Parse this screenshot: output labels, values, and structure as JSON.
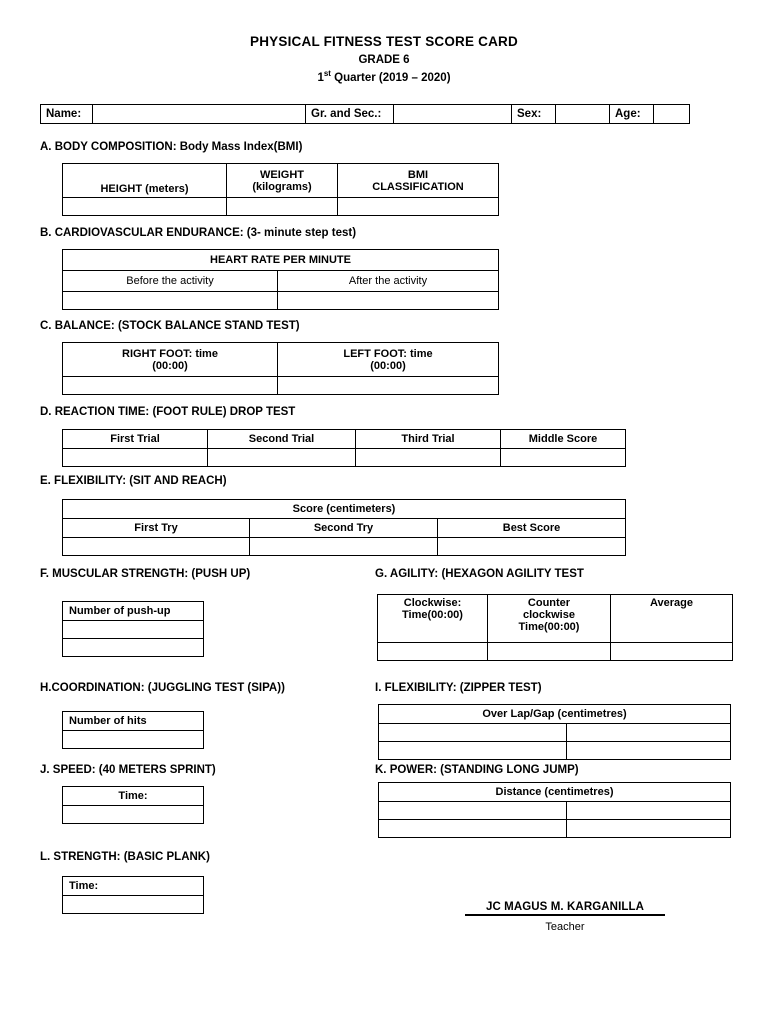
{
  "document": {
    "title_main": "PHYSICAL FITNESS TEST SCORE CARD",
    "title_grade": "GRADE 6",
    "title_quarter_prefix": "1",
    "title_quarter_sup": "st",
    "title_quarter_rest": " Quarter (2019 – 2020)"
  },
  "info_row": {
    "name_label": "Name:",
    "name_value": "",
    "grade_section_label": "Gr.  and Sec.:",
    "grade_section_value": "",
    "sex_label": "Sex:",
    "sex_value": "",
    "age_label": "Age:",
    "age_value": ""
  },
  "sections": {
    "a": {
      "heading": "A. BODY COMPOSITION: Body Mass Index(BMI)",
      "headers": [
        "HEIGHT (meters)",
        "WEIGHT\n(kilograms)",
        "BMI\nCLASSIFICATION"
      ],
      "header_height": "HEIGHT (meters)",
      "header_weight_l1": "WEIGHT",
      "header_weight_l2": "(kilograms)",
      "header_bmi_l1": "BMI",
      "header_bmi_l2": "CLASSIFICATION",
      "rows": [
        [
          "",
          "",
          ""
        ]
      ]
    },
    "b": {
      "heading": "B. CARDIOVASCULAR ENDURANCE: (3- minute step test)",
      "title_row": "HEART RATE PER MINUTE",
      "headers": [
        "Before the activity",
        "After the activity"
      ],
      "rows": [
        [
          "",
          ""
        ]
      ]
    },
    "c": {
      "heading": "C.  BALANCE: (STOCK BALANCE STAND TEST)",
      "header_right_l1": "RIGHT FOOT: time",
      "header_right_l2": "(00:00)",
      "header_left_l1": "LEFT FOOT: time",
      "header_left_l2": "(00:00)",
      "rows": [
        [
          "",
          ""
        ]
      ]
    },
    "d": {
      "heading": "D. REACTION TIME: (FOOT RULE) DROP TEST",
      "headers": [
        "First Trial",
        "Second Trial",
        "Third Trial",
        "Middle Score"
      ],
      "rows": [
        [
          "",
          "",
          "",
          ""
        ]
      ]
    },
    "e": {
      "heading": "E.  FLEXIBILITY: (SIT AND REACH)",
      "title_row": "Score (centimeters)",
      "headers": [
        "First Try",
        "Second Try",
        "Best Score"
      ],
      "rows": [
        [
          "",
          "",
          ""
        ]
      ]
    },
    "f": {
      "heading": "F. MUSCULAR STRENGTH: (PUSH UP)",
      "header": "Number of push-up",
      "rows": [
        [
          ""
        ],
        [
          ""
        ]
      ]
    },
    "g": {
      "heading": "G. AGILITY: (HEXAGON AGILITY TEST",
      "header_cw_l1": "Clockwise:",
      "header_cw_l2": "Time(00:00)",
      "header_ccw_l1": "Counter",
      "header_ccw_l2": "clockwise",
      "header_ccw_l3": "Time(00:00)",
      "header_avg": "Average",
      "rows": [
        [
          "",
          "",
          ""
        ]
      ]
    },
    "h": {
      "heading": "H.COORDINATION: (JUGGLING TEST (SIPA))",
      "header": "Number of hits",
      "rows": [
        [
          ""
        ]
      ]
    },
    "i": {
      "heading": "I. FLEXIBILITY: (ZIPPER TEST)",
      "title_row": "Over Lap/Gap (centimetres)",
      "rows": [
        [
          "",
          ""
        ],
        [
          "",
          ""
        ]
      ]
    },
    "j": {
      "heading": "J. SPEED: (40 METERS SPRINT)",
      "header": "Time:",
      "rows": [
        [
          ""
        ]
      ]
    },
    "k": {
      "heading": "K. POWER: (STANDING LONG JUMP)",
      "title_row": "Distance (centimetres)",
      "rows": [
        [
          "",
          ""
        ],
        [
          "",
          ""
        ]
      ]
    },
    "l": {
      "heading": "L. STRENGTH: (BASIC PLANK)",
      "header": "Time:",
      "rows": [
        [
          ""
        ]
      ]
    }
  },
  "signature": {
    "name": "JC MAGUS M. KARGANILLA",
    "role": "Teacher"
  }
}
